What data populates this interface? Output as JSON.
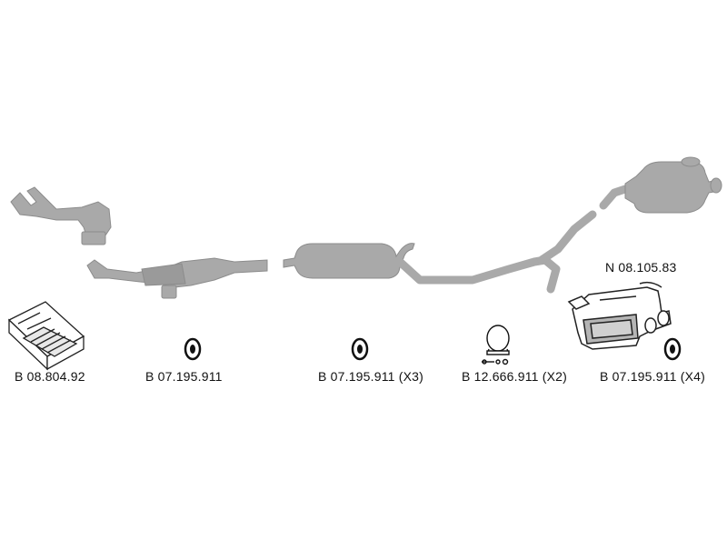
{
  "colors": {
    "part_fill": "#a9a9a9",
    "part_stroke": "#8c8c8c",
    "line_dark": "#222222",
    "text": "#111111"
  },
  "main_parts": {
    "rear_silencer_code": "N 08.105.83"
  },
  "accessories": [
    {
      "code": "B 08.804.92",
      "icon": "mounting-kit-box-icon"
    },
    {
      "code": "B 07.195.911",
      "icon": "rubber-hanger-icon"
    },
    {
      "code": "B 07.195.911 (X3)",
      "icon": "rubber-hanger-icon"
    },
    {
      "code": "B 12.666.911 (X2)",
      "icon": "pipe-clamp-icon"
    },
    {
      "code": "B 07.195.911 (X4)",
      "icon": "rubber-hanger-icon"
    }
  ]
}
